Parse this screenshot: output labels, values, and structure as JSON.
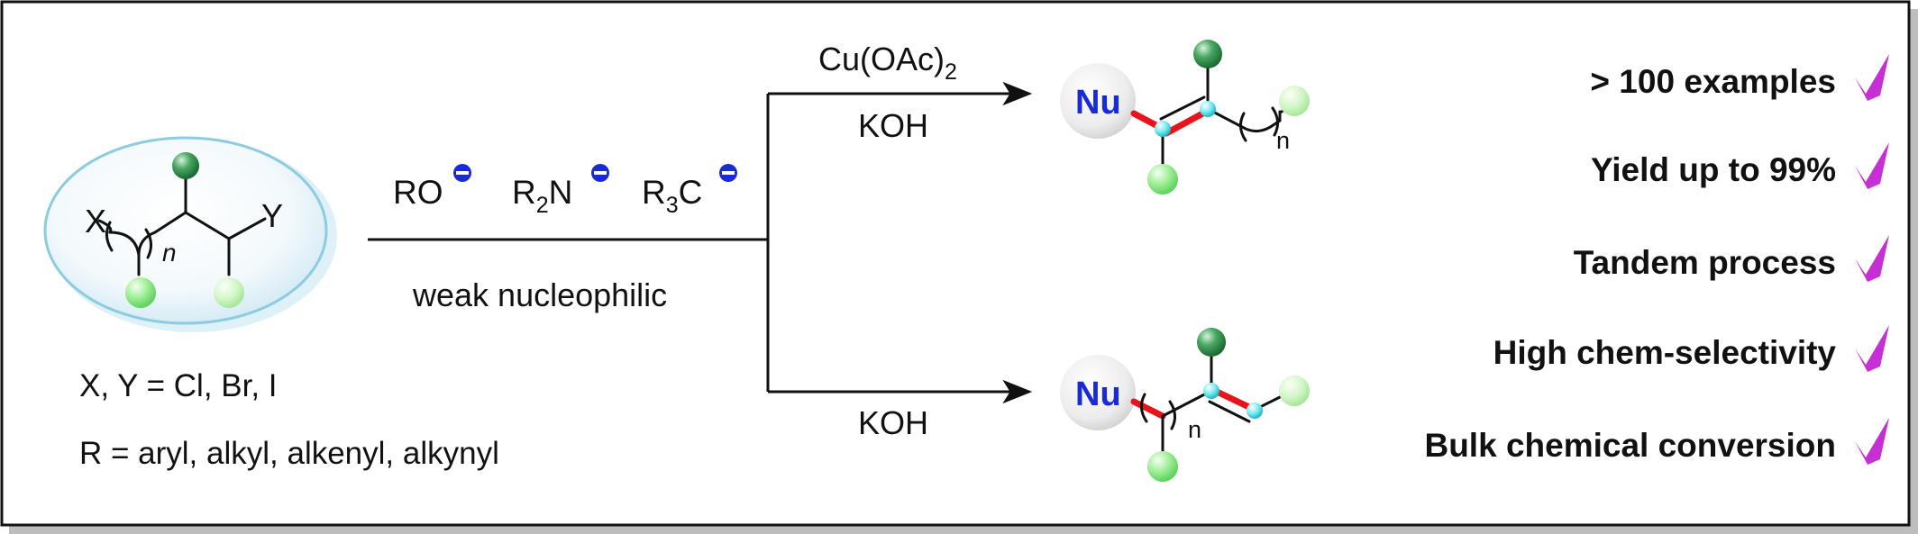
{
  "substrate": {
    "x_label": "X",
    "y_label": "Y",
    "n_label": "n",
    "halogens": "X, Y = Cl, Br, I",
    "r_groups": "R = aryl, alkyl, alkenyl, alkynyl"
  },
  "nucleophiles": {
    "ro": "RO",
    "r2n_r": "R",
    "r2n_sub": "2",
    "r2n_n": "N",
    "r3c_r": "R",
    "r3c_sub": "3",
    "r3c_c": "C",
    "minus": "−",
    "condition": "weak nucleophilic"
  },
  "top_branch": {
    "reagent_main": "Cu(OAc)",
    "reagent_sub": "2",
    "base": "KOH",
    "nu": "Nu",
    "n_label": "n"
  },
  "bottom_branch": {
    "base": "KOH",
    "nu": "Nu",
    "n_label": "n"
  },
  "features": [
    {
      "text": "> 100 examples"
    },
    {
      "text": "Yield up to 99%"
    },
    {
      "text": "Tandem process"
    },
    {
      "text": "High chem-selectivity"
    },
    {
      "text": "Bulk chemical conversion"
    }
  ],
  "colors": {
    "nucleophile_label": "#1a2bd6",
    "new_bond": "#e8141b",
    "check_mark": "#c62fd3",
    "sp2_carbon": "#6fe8ef",
    "dark_green_group": "#2f8a46",
    "light_green_group": "#7fe27f"
  }
}
